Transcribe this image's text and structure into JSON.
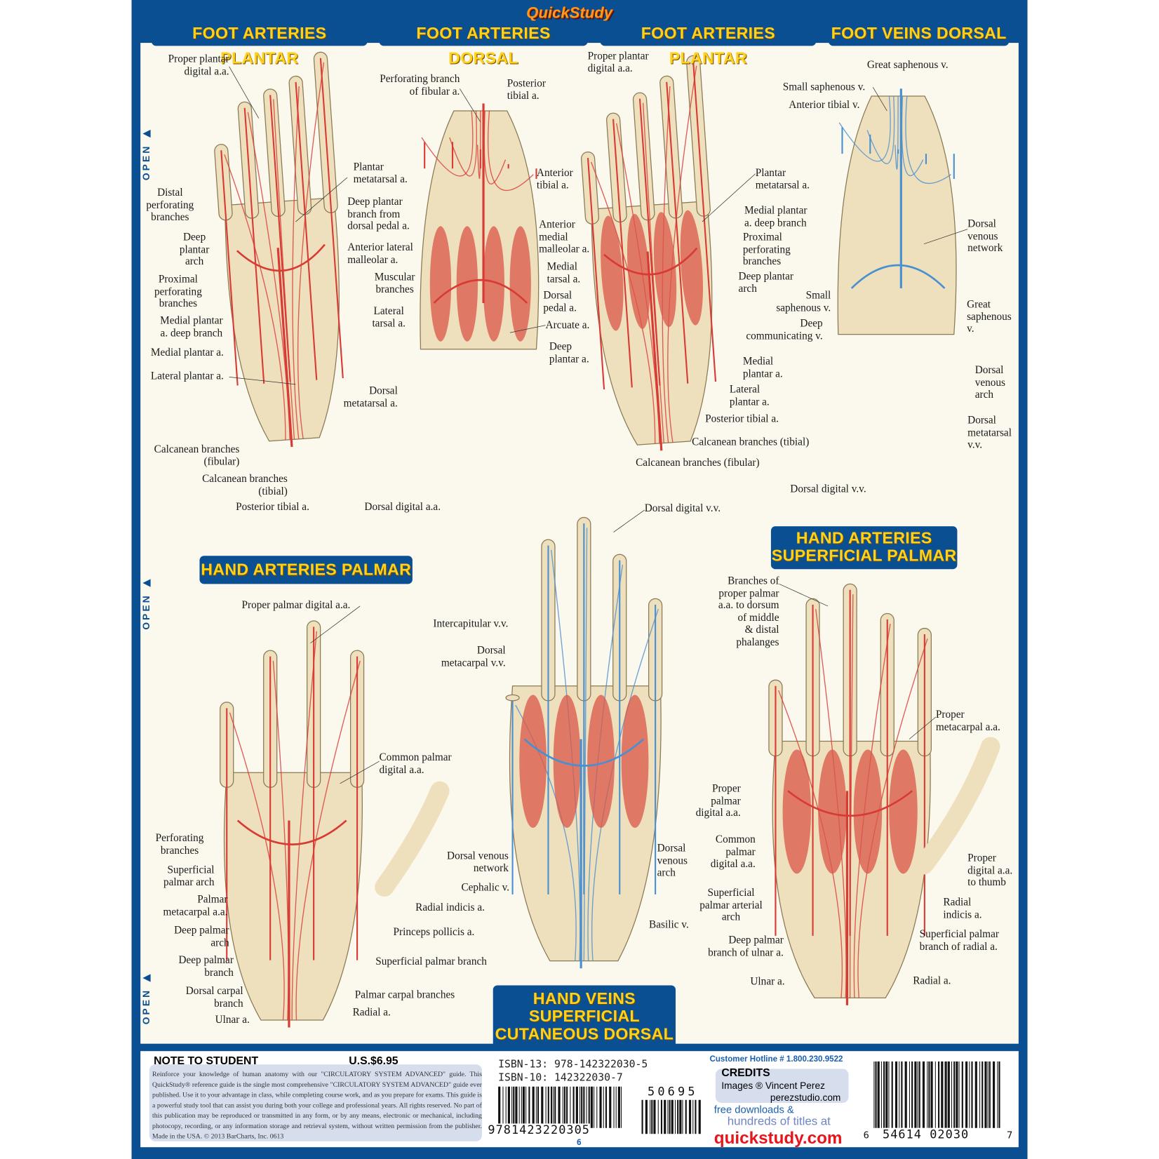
{
  "brand": "QuickStudy",
  "headers": {
    "foot_plantar_1": "FOOT ARTERIES PLANTAR",
    "foot_dorsal": "FOOT ARTERIES DORSAL",
    "foot_plantar_2": "FOOT ARTERIES PLANTAR",
    "foot_veins": "FOOT VEINS DORSAL",
    "hand_palmar": "HAND ARTERIES PALMAR",
    "hand_superficial": "HAND ARTERIES\nSUPERFICIAL PALMAR",
    "hand_veins": "HAND VEINS\nSUPERFICIAL\nCUTANEOUS DORSAL"
  },
  "open_marker": "OPEN ▶",
  "colors": {
    "frame": "#0b4f93",
    "header_text": "#ffd21a",
    "artery": "#d83a34",
    "vein": "#4a8fd0",
    "bone": "#efe0bd"
  },
  "labels": {
    "p1": [
      "Proper plantar\ndigital a.a.",
      "Distal\nperforating\nbranches",
      "Deep\nplantar\narch",
      "Proximal\nperforating\nbranches",
      "Medial plantar\na. deep branch",
      "Medial plantar a.",
      "Lateral plantar a.",
      "Calcanean branches\n(fibular)",
      "Calcanean branches\n(tibial)",
      "Posterior tibial a."
    ],
    "p2": [
      "Perforating branch\nof fibular a.",
      "Posterior\ntibial a.",
      "Plantar\nmetatarsal a.",
      "Deep plantar\nbranch from\ndorsal pedal a.",
      "Anterior lateral\nmalleolar a.",
      "Muscular\nbranches",
      "Lateral\ntarsal a.",
      "Dorsal\nmetatarsal a.",
      "Dorsal digital a.a.",
      "Anterior\ntibial a.",
      "Anterior\nmedial\nmalleolar a.",
      "Medial\ntarsal a.",
      "Dorsal\npedal a.",
      "Arcuate a.",
      "Deep\nplantar a."
    ],
    "p3": [
      "Proper plantar\ndigital a.a.",
      "Plantar\nmetatarsal a.",
      "Medial plantar\na. deep branch",
      "Proximal\nperforating\nbranches",
      "Deep plantar\narch",
      "Medial\nplantar a.",
      "Lateral\nplantar a.",
      "Posterior tibial a.",
      "Calcanean branches (tibial)",
      "Calcanean branches (fibular)"
    ],
    "p4": [
      "Great saphenous v.",
      "Small saphenous v.",
      "Anterior tibial v.",
      "Dorsal\nvenous\nnetwork",
      "Small\nsaphenous v.",
      "Deep\ncommunicating v.",
      "Great\nsaphenous\nv.",
      "Dorsal\nvenous\narch",
      "Dorsal\nmetatarsal\nv.v.",
      "Dorsal digital v.v."
    ],
    "h1": [
      "Proper palmar digital a.a.",
      "Common palmar\ndigital a.a.",
      "Perforating\nbranches",
      "Superficial\npalmar arch",
      "Palmar\nmetacarpal a.a.",
      "Deep palmar\narch",
      "Deep palmar\nbranch",
      "Dorsal carpal\nbranch",
      "Ulnar a.",
      "Radial indicis a.",
      "Princeps pollicis a.",
      "Superficial palmar branch",
      "Palmar carpal branches",
      "Radial a."
    ],
    "h2": [
      "Dorsal digital v.v.",
      "Intercapitular v.v.",
      "Dorsal\nmetacarpal v.v.",
      "Dorsal venous\nnetwork",
      "Cephalic v.",
      "Dorsal\nvenous\narch",
      "Basilic v."
    ],
    "h3": [
      "Branches of\nproper palmar\na.a. to dorsum\nof middle\n& distal\nphalanges",
      "Proper\nmetacarpal a.a.",
      "Proper\npalmar\ndigital a.a.",
      "Common\npalmar\ndigital a.a.",
      "Superficial\npalmar arterial\narch",
      "Deep palmar\nbranch of ulnar a.",
      "Ulnar a.",
      "Proper\ndigital a.a.\nto thumb",
      "Radial\nindicis a.",
      "Superficial palmar\nbranch of radial a.",
      "Radial a."
    ]
  },
  "footer": {
    "note_title": "NOTE TO STUDENT",
    "price": "U.S.$6.95",
    "note_text": "Reinforce your knowledge of human anatomy with our \"CIRCULATORY SYSTEM ADVANCED\" guide. This QuickStudy® reference guide is the single most comprehensive \"CIRCULATORY SYSTEM ADVANCED\" guide ever published. Use it to your advantage in class, while completing course work, and as you prepare for exams. This guide is a powerful study tool that can assist you during both your college and professional years. All rights reserved. No part of this publication may be reproduced or transmitted in any form, or by any means, electronic or mechanical, including photocopy, recording, or any information storage and retrieval system, without written permission from the publisher. Made in the USA. © 2013 BarCharts, Inc. 0613",
    "isbn13": "ISBN-13: 978-142322030-5",
    "isbn10": "ISBN-10: 142322030-7",
    "barcode1_digits": "9781423220305",
    "barcode1_sub": "6",
    "addon_digits": "50695",
    "hotline": "Customer Hotline # 1.800.230.9522",
    "credits_title": "CREDITS",
    "credits_images": "Images ® Vincent Perez",
    "credits_url": "perezstudio.com",
    "free": "free downloads &",
    "hundreds": "hundreds of titles at",
    "site": "quickstudy.com",
    "upc_left": "6",
    "upc_digits": "54614 02030",
    "upc_right": "7"
  }
}
